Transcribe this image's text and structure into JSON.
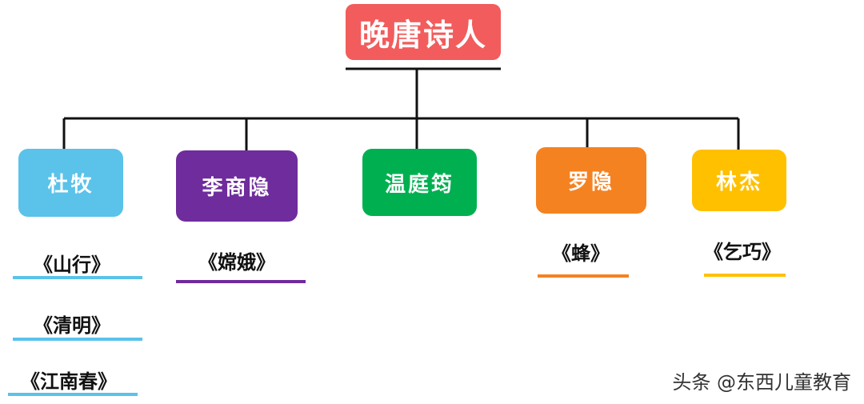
{
  "root": {
    "label": "晚唐诗人",
    "color": "#f25c5c"
  },
  "poets": [
    {
      "name": "杜牧",
      "color": "#5bc2ea",
      "poems": [
        "《山行》",
        "《清明》",
        "《江南春》"
      ]
    },
    {
      "name": "李商隐",
      "color": "#6f2c9c",
      "poems": [
        "《嫦娥》"
      ]
    },
    {
      "name": "温庭筠",
      "color": "#00b050",
      "poems": []
    },
    {
      "name": "罗隐",
      "color": "#f58220",
      "poems": [
        "《蜂》"
      ]
    },
    {
      "name": "林杰",
      "color": "#ffc000",
      "poems": [
        "《乞巧》"
      ]
    }
  ],
  "watermark": "头条 @东西儿童教育"
}
